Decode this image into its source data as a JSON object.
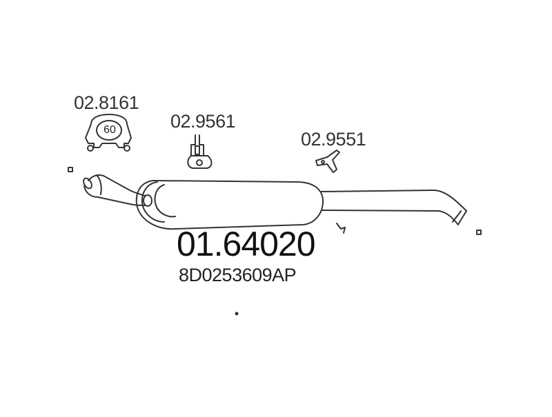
{
  "parts": {
    "clamp": {
      "number": "02.8161",
      "size": "60"
    },
    "hanger": {
      "number": "02.9561"
    },
    "bracket": {
      "number": "02.9551"
    }
  },
  "muffler": {
    "part_number": "01.64020",
    "oem_number": "8D0253609AP"
  },
  "colors": {
    "line": "#333333",
    "background": "#ffffff"
  }
}
